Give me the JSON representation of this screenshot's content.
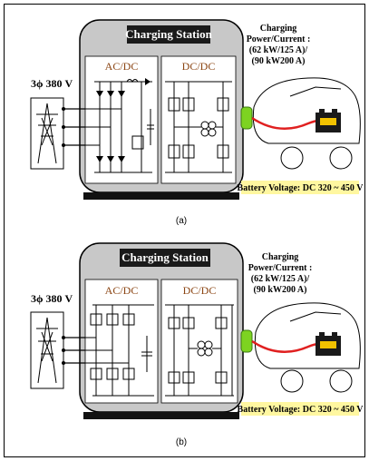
{
  "figure": {
    "panels": [
      {
        "id": "a",
        "caption": "(a)",
        "station_title": "Charging Station",
        "stage_left": "AC/DC",
        "stage_right": "DC/DC",
        "grid_label": "3ϕ 380 V",
        "power_lines": [
          "Charging",
          "Power/Current :",
          "(62 kW/125 A)/",
          "(90 kW200 A)"
        ],
        "battery_label": "Battery Voltage: DC 320 ~ 450 V"
      },
      {
        "id": "b",
        "caption": "(b)",
        "station_title": "Charging Station",
        "stage_left": "AC/DC",
        "stage_right": "DC/DC",
        "grid_label": "3ϕ 380 V",
        "power_lines": [
          "Charging",
          "Power/Current :",
          "(62 kW/125 A)/",
          "(90 kW200 A)"
        ],
        "battery_label": "Battery Voltage: DC 320 ~ 450 V"
      }
    ],
    "colors": {
      "station_fill": "#c8c8c8",
      "title_fill": "#1a1a1a",
      "stage_text": "#8b4513",
      "connector": "#7dd321",
      "battery_label_bg": "#fff7a0",
      "battery_body": "#1a1a1a",
      "battery_cable": "#e02020"
    }
  }
}
